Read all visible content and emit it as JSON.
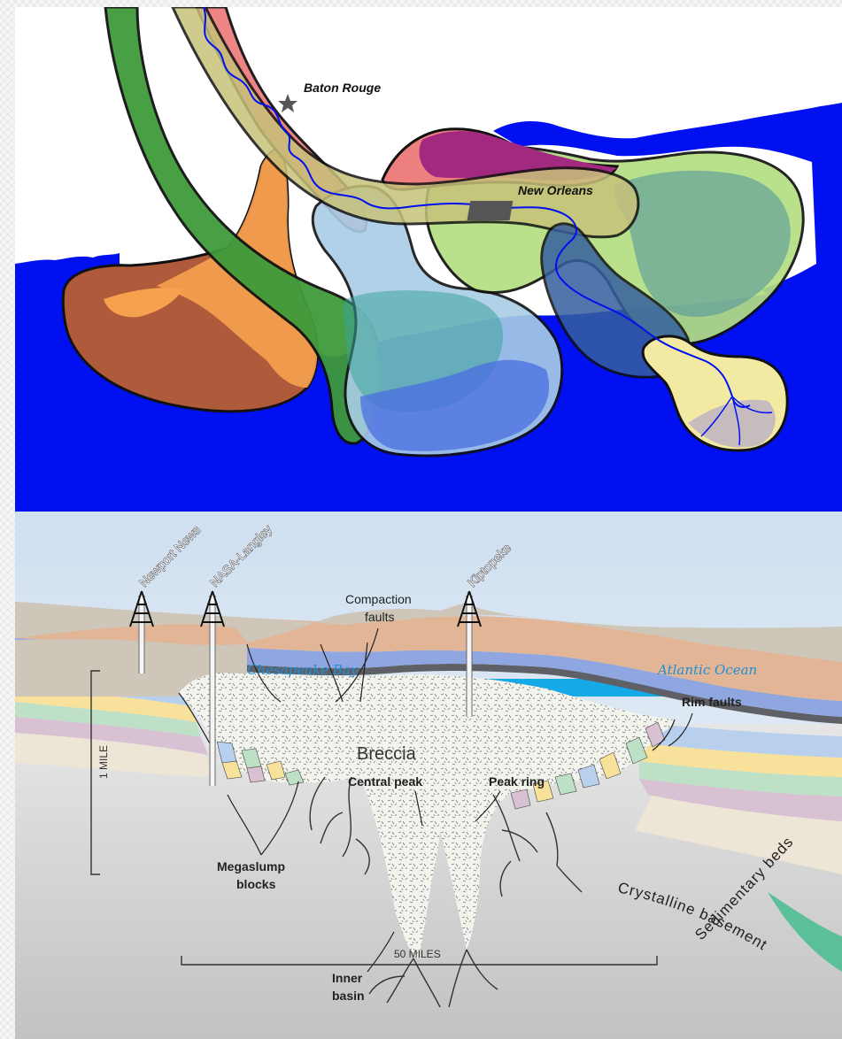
{
  "delta_map": {
    "cities": {
      "baton_rouge": "Baton Rouge",
      "new_orleans": "New Orleans"
    },
    "colors": {
      "gulf": "#0010f0",
      "lobe_brown": "#b05a3c",
      "lobe_orange": "#f6a14e",
      "lobe_dark_green": "#3f9a3b",
      "lobe_red": "#ee7f7f",
      "lobe_light_green": "#b4df82",
      "lobe_light_blue": "#a9cde6",
      "lobe_purple": "#a2297e",
      "lobe_teal": "#4f7fa3",
      "lobe_pale_yellow": "#f2eaa2"
    }
  },
  "cross_section": {
    "wells": {
      "newport_news": "Newport News",
      "nasa_langley": "NASA-Langley",
      "kiptopeke": "Kiptopeke"
    },
    "water_labels": {
      "chesapeake_bay": "Chesapeake Bay",
      "atlantic_ocean": "Atlantic Ocean"
    },
    "labels": {
      "compaction_faults_line1": "Compaction",
      "compaction_faults_line2": "faults",
      "rim_faults": "Rim faults",
      "breccia": "Breccia",
      "central_peak": "Central peak",
      "peak_ring": "Peak ring",
      "megaslump_line1": "Megaslump",
      "megaslump_line2": "blocks",
      "inner_basin_line1": "Inner",
      "inner_basin_line2": "basin",
      "sedimentary_beds": "Sedimentary beds",
      "crystalline_basement": "Crystalline basement"
    },
    "scale": {
      "vertical": "1 MILE",
      "horizontal": "50 MILES"
    }
  }
}
